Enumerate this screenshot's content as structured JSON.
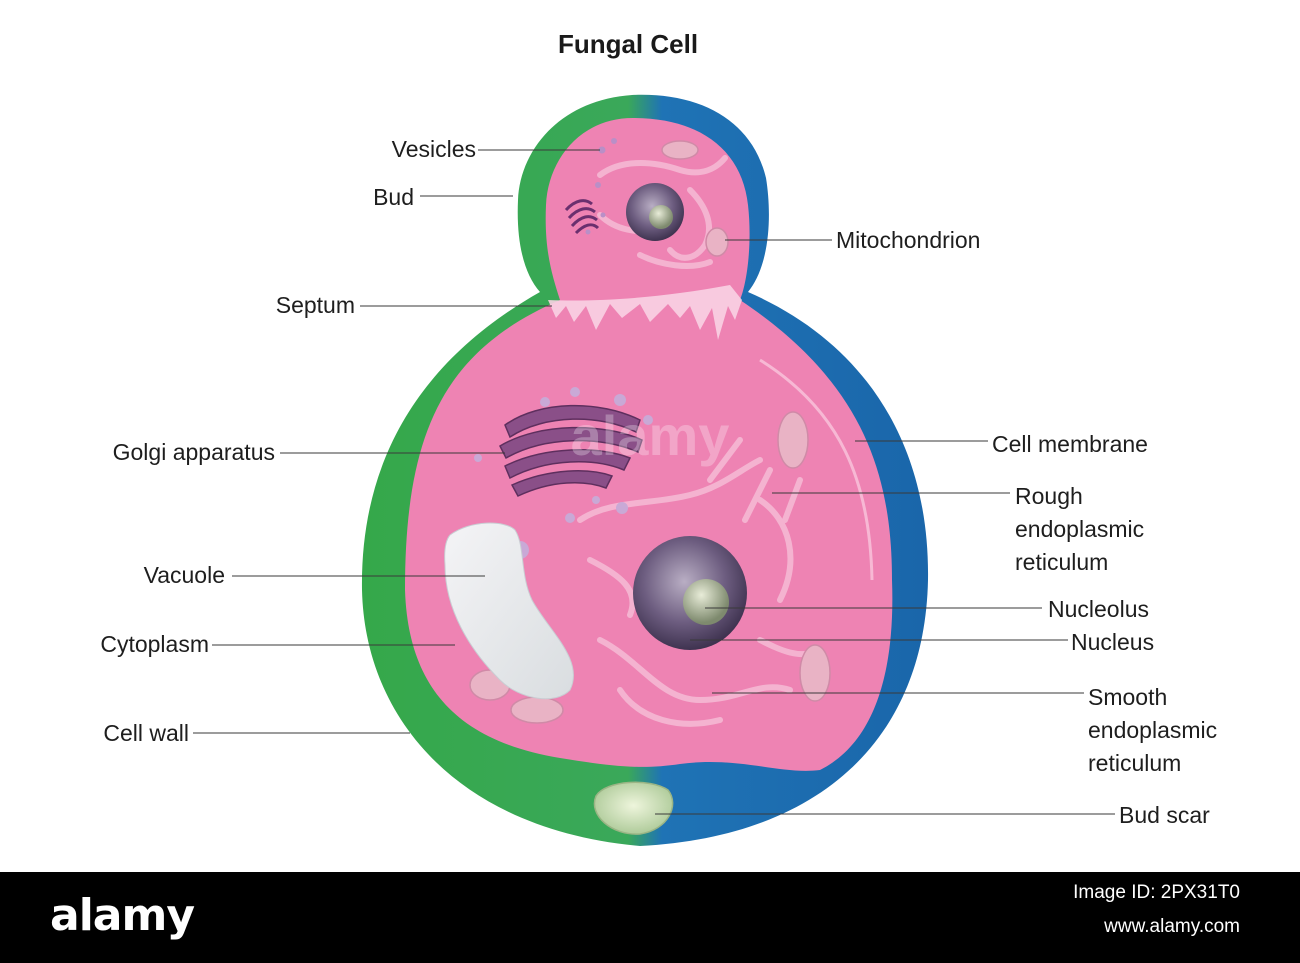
{
  "title": "Fungal Cell",
  "labels": {
    "vesicles": "Vesicles",
    "bud": "Bud",
    "septum": "Septum",
    "golgi": "Golgi apparatus",
    "vacuole": "Vacuole",
    "cytoplasm": "Cytoplasm",
    "cell_wall": "Cell wall",
    "mitochondrion": "Mitochondrion",
    "cell_membrane": "Cell membrane",
    "rough_er": [
      "Rough",
      "endoplasmic",
      "reticulum"
    ],
    "nucleolus": "Nucleolus",
    "nucleus": "Nucleus",
    "smooth_er": [
      "Smooth",
      "endoplasmic",
      "reticulum"
    ],
    "bud_scar": "Bud scar"
  },
  "watermark": "alamy",
  "footer": {
    "brand": "alamy",
    "image_id": "Image ID: 2PX31T0",
    "site": "www.alamy.com"
  },
  "colors": {
    "cell_wall_left": "#3ba84a",
    "cell_wall_right": "#1f6fb2",
    "cytoplasm": "#ef84b4",
    "nucleus": "#5c4e6e",
    "nucleolus": "#8f9a80",
    "vacuole": "#e7e8ec",
    "bud_scar": "#cfe0b6"
  }
}
